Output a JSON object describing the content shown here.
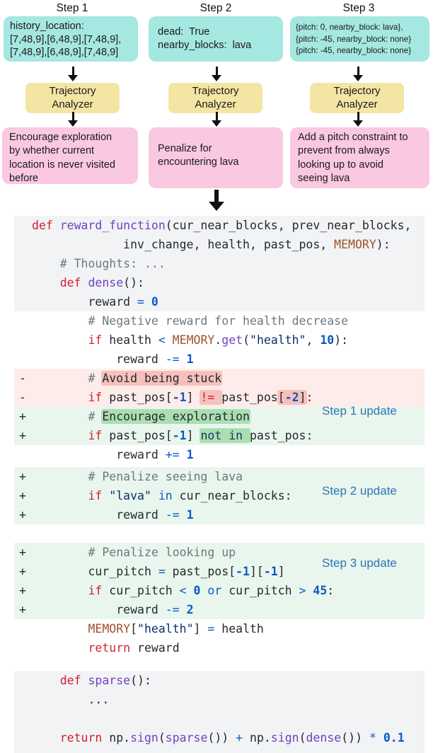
{
  "diagram": {
    "columns": [
      {
        "step_label": "Step 1",
        "observation": "history_location:\n[7,48,9],[6,48,9],[7,48,9],\n[7,48,9],[6,48,9],[7,48,9]",
        "analyzer_label": "Trajectory\nAnalyzer",
        "feedback": "Encourage exploration\nby whether current\nlocation is never visited\nbefore"
      },
      {
        "step_label": "Step 2",
        "observation": "dead:  True\nnearby_blocks:  lava",
        "analyzer_label": "Trajectory\nAnalyzer",
        "feedback": "Penalize for\nencountering lava"
      },
      {
        "step_label": "Step 3",
        "observation": "{pitch: 0, nearby_block: lava},\n{pitch: -45, nearby_block: none}\n{pitch: -45, nearby_block: none}",
        "analyzer_label": "Trajectory\nAnalyzer",
        "feedback": "Add a pitch constraint to\nprevent from always\nlooking up to avoid\nseeing lava"
      }
    ]
  },
  "code": {
    "update_labels": [
      "Step 1 update",
      "Step 2 update",
      "Step 3 update"
    ],
    "lines": [
      {
        "bg": "gray",
        "marker": "",
        "tokens": [
          [
            "def",
            "kw"
          ],
          [
            " ",
            "pl"
          ],
          [
            "reward_function",
            "fn"
          ],
          [
            "(cur_near_blocks, prev_near_blocks,",
            "pl"
          ]
        ]
      },
      {
        "bg": "gray",
        "marker": "",
        "tokens": [
          [
            "             inv_change, health, past_pos, ",
            "pl"
          ],
          [
            "MEMORY",
            "mem"
          ],
          [
            "):",
            "pl"
          ]
        ]
      },
      {
        "bg": "gray",
        "marker": "",
        "tokens": [
          [
            "    ",
            "pl"
          ],
          [
            "# Thoughts: ...",
            "cm"
          ]
        ]
      },
      {
        "bg": "gray",
        "marker": "",
        "tokens": [
          [
            "    ",
            "pl"
          ],
          [
            "def",
            "kw"
          ],
          [
            " ",
            "pl"
          ],
          [
            "dense",
            "fn"
          ],
          [
            "():",
            "pl"
          ]
        ]
      },
      {
        "bg": "gray",
        "marker": "",
        "tokens": [
          [
            "        reward ",
            "pl"
          ],
          [
            "=",
            "op"
          ],
          [
            " ",
            "pl"
          ],
          [
            "0",
            "num"
          ]
        ]
      },
      {
        "bg": "white",
        "marker": "",
        "tokens": [
          [
            "        ",
            "pl"
          ],
          [
            "# Negative reward for health decrease",
            "cm"
          ]
        ]
      },
      {
        "bg": "white",
        "marker": "",
        "tokens": [
          [
            "        ",
            "pl"
          ],
          [
            "if",
            "kw"
          ],
          [
            " health ",
            "pl"
          ],
          [
            "<",
            "op"
          ],
          [
            " ",
            "pl"
          ],
          [
            "MEMORY",
            "mem"
          ],
          [
            ".",
            "pl"
          ],
          [
            "get",
            "fn"
          ],
          [
            "(",
            "pl"
          ],
          [
            "\"health\"",
            "str"
          ],
          [
            ", ",
            "pl"
          ],
          [
            "10",
            "num"
          ],
          [
            "):",
            "pl"
          ]
        ]
      },
      {
        "bg": "white",
        "marker": "",
        "tokens": [
          [
            "            reward ",
            "pl"
          ],
          [
            "-=",
            "op"
          ],
          [
            " ",
            "pl"
          ],
          [
            "1",
            "num"
          ]
        ]
      },
      {
        "bg": "red",
        "marker": "-",
        "tokens": [
          [
            "        ",
            "pl"
          ],
          [
            "# ",
            "cm"
          ],
          [
            "Avoid being stuck",
            "pl",
            1
          ]
        ]
      },
      {
        "bg": "red",
        "marker": "-",
        "tokens": [
          [
            "        ",
            "pl"
          ],
          [
            "if",
            "kw"
          ],
          [
            " past_pos[",
            "pl"
          ],
          [
            "-1",
            "num"
          ],
          [
            "] ",
            "pl"
          ],
          [
            "!= ",
            "kw",
            1
          ],
          [
            "past_pos",
            "pl"
          ],
          [
            "[",
            "pl",
            1
          ],
          [
            "-2",
            "num",
            1
          ],
          [
            "]",
            "pl",
            1
          ],
          [
            ":",
            "pl"
          ]
        ]
      },
      {
        "bg": "green",
        "marker": "+",
        "tokens": [
          [
            "        ",
            "pl"
          ],
          [
            "# ",
            "cm"
          ],
          [
            "Encourage exploration",
            "pl",
            1
          ]
        ]
      },
      {
        "bg": "green",
        "marker": "+",
        "tokens": [
          [
            "        ",
            "pl"
          ],
          [
            "if",
            "kw"
          ],
          [
            " past_pos[",
            "pl"
          ],
          [
            "-1",
            "num"
          ],
          [
            "] ",
            "pl"
          ],
          [
            "not in ",
            "nav",
            1
          ],
          [
            "past_pos:",
            "pl"
          ]
        ]
      },
      {
        "bg": "white",
        "marker": "",
        "tokens": [
          [
            "            reward ",
            "pl"
          ],
          [
            "+=",
            "op"
          ],
          [
            " ",
            "pl"
          ],
          [
            "1",
            "num"
          ]
        ]
      },
      {
        "spacer": "sm"
      },
      {
        "bg": "green",
        "marker": "+",
        "tokens": [
          [
            "        ",
            "pl"
          ],
          [
            "# Penalize seeing lava",
            "cm"
          ]
        ]
      },
      {
        "bg": "green",
        "marker": "+",
        "tokens": [
          [
            "        ",
            "pl"
          ],
          [
            "if",
            "kw"
          ],
          [
            " ",
            "pl"
          ],
          [
            "\"lava\"",
            "str"
          ],
          [
            " ",
            "pl"
          ],
          [
            "in",
            "op"
          ],
          [
            " cur_near_blocks:",
            "pl"
          ]
        ]
      },
      {
        "bg": "green",
        "marker": "+",
        "tokens": [
          [
            "            reward ",
            "pl"
          ],
          [
            "-=",
            "op"
          ],
          [
            " ",
            "pl"
          ],
          [
            "1",
            "num"
          ]
        ]
      },
      {
        "spacer": "md"
      },
      {
        "bg": "green",
        "marker": "+",
        "tokens": [
          [
            "        ",
            "pl"
          ],
          [
            "# Penalize looking up",
            "cm"
          ]
        ]
      },
      {
        "bg": "green",
        "marker": "+",
        "tokens": [
          [
            "        cur_pitch ",
            "pl"
          ],
          [
            "=",
            "op"
          ],
          [
            " past_pos[",
            "pl"
          ],
          [
            "-1",
            "num"
          ],
          [
            "][",
            "pl"
          ],
          [
            "-1",
            "num"
          ],
          [
            "]",
            "pl"
          ]
        ]
      },
      {
        "bg": "green",
        "marker": "+",
        "tokens": [
          [
            "        ",
            "pl"
          ],
          [
            "if",
            "kw"
          ],
          [
            " cur_pitch ",
            "pl"
          ],
          [
            "<",
            "op"
          ],
          [
            " ",
            "pl"
          ],
          [
            "0",
            "num"
          ],
          [
            " ",
            "pl"
          ],
          [
            "or",
            "op"
          ],
          [
            " cur_pitch ",
            "pl"
          ],
          [
            ">",
            "op"
          ],
          [
            " ",
            "pl"
          ],
          [
            "45",
            "num"
          ],
          [
            ":",
            "pl"
          ]
        ]
      },
      {
        "bg": "green",
        "marker": "+",
        "tokens": [
          [
            "            reward ",
            "pl"
          ],
          [
            "-=",
            "op"
          ],
          [
            " ",
            "pl"
          ],
          [
            "2",
            "num"
          ]
        ]
      },
      {
        "bg": "white",
        "marker": "",
        "tokens": [
          [
            "        ",
            "pl"
          ],
          [
            "MEMORY",
            "mem"
          ],
          [
            "[",
            "pl"
          ],
          [
            "\"health\"",
            "str"
          ],
          [
            "] ",
            "pl"
          ],
          [
            "=",
            "op"
          ],
          [
            " health",
            "pl"
          ]
        ]
      },
      {
        "bg": "white",
        "marker": "",
        "tokens": [
          [
            "        ",
            "pl"
          ],
          [
            "return",
            "kw"
          ],
          [
            " reward",
            "pl"
          ]
        ]
      },
      {
        "spacer": "lg"
      },
      {
        "bg": "gray",
        "marker": "",
        "tokens": [
          [
            "    ",
            "pl"
          ],
          [
            "def",
            "kw"
          ],
          [
            " ",
            "pl"
          ],
          [
            "sparse",
            "fn"
          ],
          [
            "():",
            "pl"
          ]
        ]
      },
      {
        "bg": "gray",
        "marker": "",
        "tokens": [
          [
            "        ...",
            "pl"
          ]
        ]
      },
      {
        "bg": "gray",
        "marker": "",
        "tokens": [
          [
            "",
            "pl"
          ]
        ]
      },
      {
        "bg": "gray",
        "marker": "",
        "tokens": [
          [
            "    ",
            "pl"
          ],
          [
            "return",
            "kw"
          ],
          [
            " np.",
            "pl"
          ],
          [
            "sign",
            "fn"
          ],
          [
            "(",
            "pl"
          ],
          [
            "sparse",
            "fn"
          ],
          [
            "()) ",
            "pl"
          ],
          [
            "+",
            "op"
          ],
          [
            " np.",
            "pl"
          ],
          [
            "sign",
            "fn"
          ],
          [
            "(",
            "pl"
          ],
          [
            "dense",
            "fn"
          ],
          [
            "()) ",
            "pl"
          ],
          [
            "*",
            "op"
          ],
          [
            " ",
            "pl"
          ],
          [
            "0.1",
            "num"
          ]
        ]
      },
      {
        "spacer": "xs",
        "bg": "gray"
      }
    ]
  },
  "colors": {
    "teal": "#a5e7e1",
    "yellow": "#f3e6a5",
    "pink": "#fac8e1",
    "label_blue": "#2e74b5",
    "code_gray_bg": "#f2f3f5",
    "diff_red_bg": "#fdecea",
    "diff_red_hl": "#f6c1bb",
    "diff_green_bg": "#e9f6ed",
    "diff_green_hl": "#abdfb2"
  }
}
